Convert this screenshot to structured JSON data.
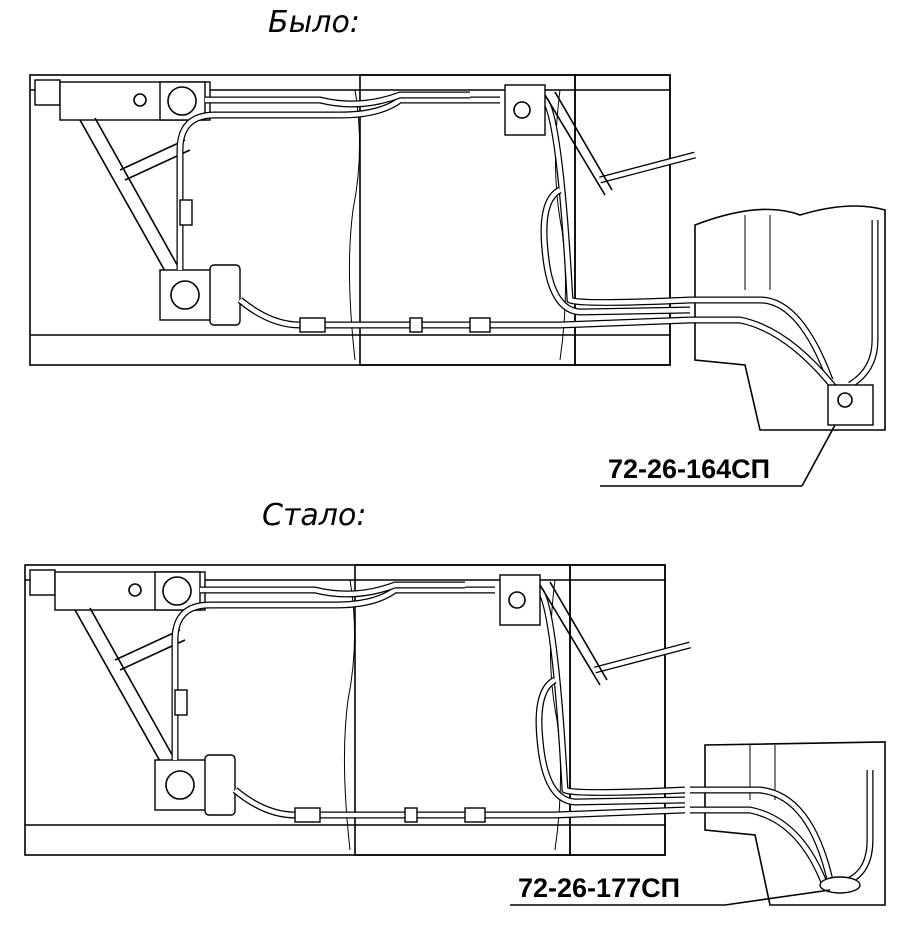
{
  "before": {
    "title": "Было:",
    "part_number": "72-26-164СП"
  },
  "after": {
    "title": "Стало:",
    "part_number": "72-26-177СП"
  }
}
